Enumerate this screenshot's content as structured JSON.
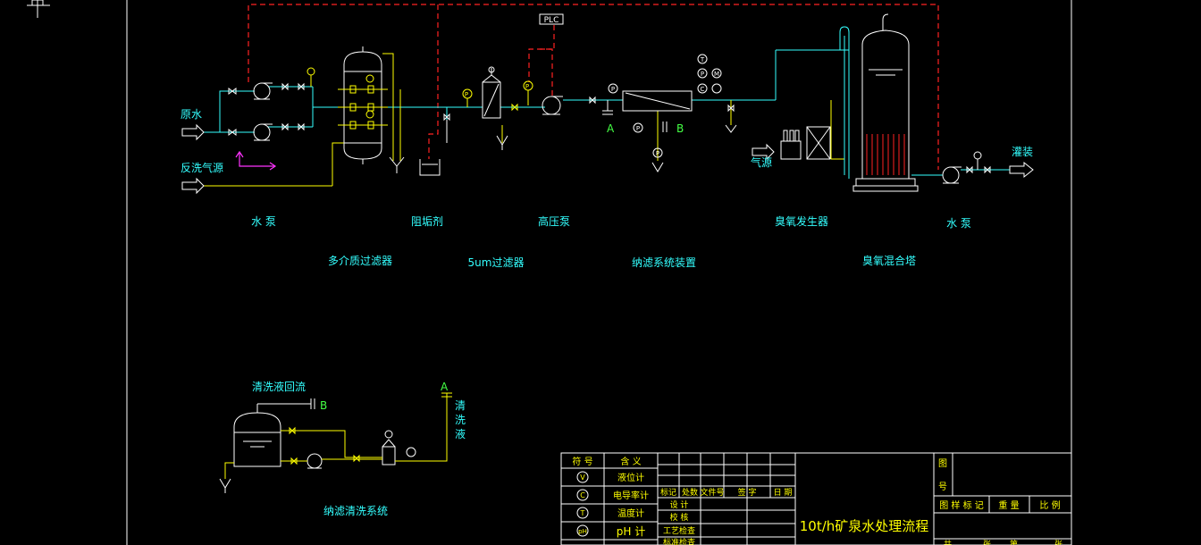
{
  "colors": {
    "background": "#000000",
    "frame": "#ffffff",
    "water_line": "#33ffff",
    "air_line": "#ffff00",
    "control_dash": "#ff2222",
    "label": "#33ffff",
    "green_label": "#44ff44",
    "magenta_arrow": "#ff33ff"
  },
  "labels": {
    "raw_water": "原水",
    "backwash_air": "反洗气源",
    "water_pump_1": "水 泵",
    "multi_media_filter": "多介质过滤器",
    "antiscalant": "阻垢剂",
    "micron_filter": "5um过滤器",
    "high_pressure_pump": "高压泵",
    "nanofiltration": "纳滤系统装置",
    "ozone_generator": "臭氧发生器",
    "gas_source": "气源",
    "water_pump_2": "水 泵",
    "ozone_mixing_tower": "臭氧混合塔",
    "filling": "灌装",
    "plc": "PLC",
    "point_a": "A",
    "point_b": "B",
    "cleaning_return": "清洗液回流",
    "cleaning_b": "B",
    "cleaning_a": "A",
    "cleaning_liquid_1": "清",
    "cleaning_liquid_2": "洗",
    "cleaning_liquid_3": "液",
    "cleaning_system": "纳滤清洗系统"
  },
  "instrument_tags": {
    "pressure": "P",
    "temperature": "T",
    "level": "V",
    "conductivity": "C",
    "ph": "pH",
    "meter": "M"
  },
  "legend": {
    "header_symbol": "符 号",
    "header_meaning": "含 义",
    "rows": [
      {
        "symbol": "V",
        "meaning": "液位计"
      },
      {
        "symbol": "C",
        "meaning": "电导率计"
      },
      {
        "symbol": "T",
        "meaning": "温度计"
      },
      {
        "symbol": "pH",
        "meaning": "pH 计"
      }
    ]
  },
  "title_block": {
    "revision_headers": [
      "标记",
      "处数",
      "文件号",
      "签 字",
      "日 期"
    ],
    "role_rows": [
      "设 计",
      "校 核",
      "工艺检查",
      "标准检查"
    ],
    "drawing_title": "10t/h矿泉水处理流程",
    "drawing_no_label_1": "图",
    "drawing_no_label_2": "号",
    "stage_headers": [
      "图 样 标 记",
      "重 量",
      "比 例"
    ],
    "bottom_row": [
      "共",
      "张",
      "第",
      "张"
    ]
  }
}
